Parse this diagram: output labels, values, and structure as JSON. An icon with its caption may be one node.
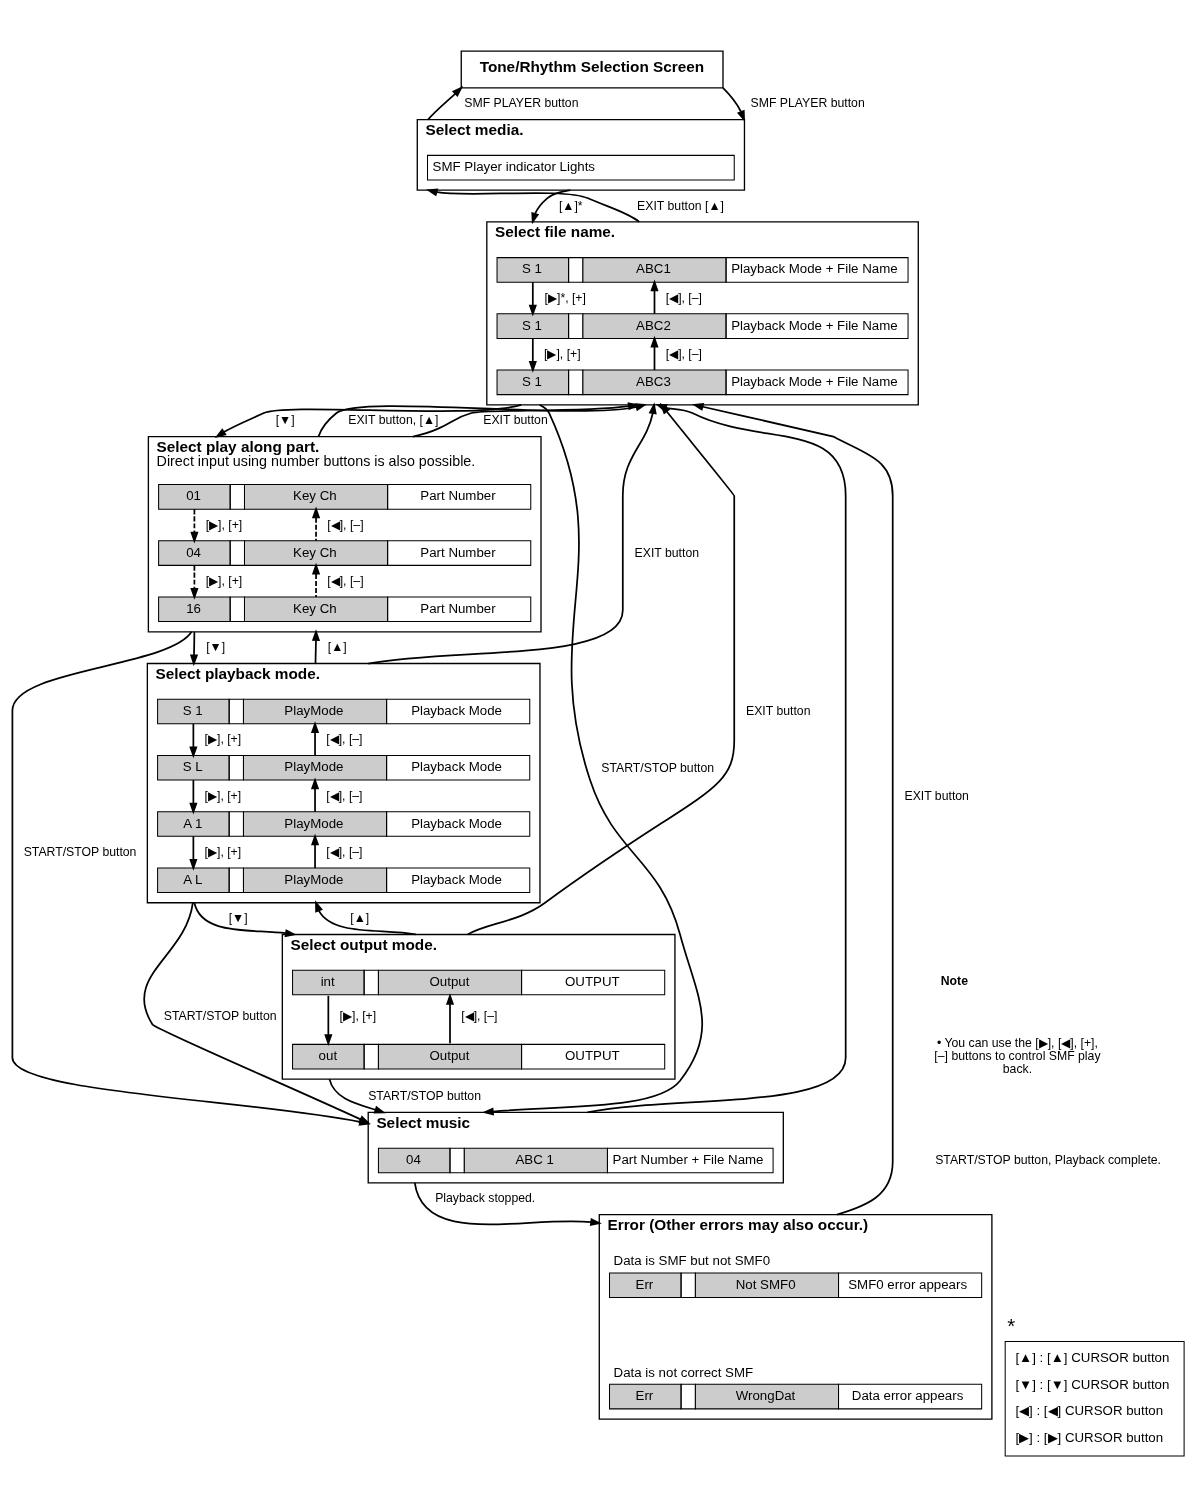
{
  "diagram": {
    "nodes": [
      {
        "text": [
          "Tone/Rhythm Selection Screen"
        ]
      },
      {
        "text": [
          "Select media."
        ]
      },
      {
        "text": [
          "SMF Player indicator Lights"
        ],
        "in": 1
      },
      {
        "text": [
          "Select file name."
        ]
      },
      {
        "text": [
          "S 1",
          "ABC1",
          "Playback Mode + File Name"
        ],
        "in": 3
      },
      {
        "text": [
          "S 1",
          "ABC2",
          "Playback Mode + File Name"
        ],
        "in": 3
      },
      {
        "text": [
          "S 1",
          "ABC3",
          "Playback Mode + File Name"
        ],
        "in": 3
      },
      {
        "text": [
          "Select play along part.",
          "Direct input using number buttons is also possible."
        ]
      },
      {
        "text": [
          "01",
          "Key Ch",
          "Part Number"
        ],
        "in": 7
      },
      {
        "text": [
          "04",
          "Key Ch",
          "Part Number"
        ],
        "in": 7
      },
      {
        "text": [
          "16",
          "Key Ch",
          "Part Number"
        ],
        "in": 7
      },
      {
        "text": [
          "Select playback mode."
        ]
      },
      {
        "text": [
          "S 1",
          "PlayMode",
          "Playback Mode"
        ],
        "in": 11
      },
      {
        "text": [
          "S L",
          "PlayMode",
          "Playback Mode"
        ],
        "in": 11
      },
      {
        "text": [
          "A 1",
          "PlayMode",
          "Playback Mode"
        ],
        "in": 11
      },
      {
        "text": [
          "A L",
          "PlayMode",
          "Playback Mode"
        ],
        "in": 11
      },
      {
        "text": [
          "Select output mode."
        ]
      },
      {
        "text": [
          "int",
          "Output",
          "OUTPUT"
        ],
        "in": 16
      },
      {
        "text": [
          "out",
          "Output",
          "OUTPUT"
        ],
        "in": 16
      },
      {
        "text": [
          "Select music"
        ]
      },
      {
        "text": [
          "04",
          "ABC 1",
          "Part Number + File Name"
        ],
        "in": 19
      },
      {
        "text": [
          "*",
          "[▲] : [▲] CURSOR button",
          "[▼] : [▼] CURSOR button",
          "[◀] : [◀] CURSOR button",
          "[▶] : [▶] CURSOR button"
        ]
      },
      {
        "text": [
          "Error (Other errors may also occur.)"
        ]
      },
      {
        "text": [
          "Err",
          "Not SMF0",
          "SMF0 error appears"
        ],
        "in": 22,
        "beside": [
          "Data is SMF but not SMF0"
        ]
      },
      {
        "text": [
          "Err",
          "WrongDat",
          "Data error appears"
        ],
        "in": 22,
        "beside": [
          "Data is not correct SMF"
        ]
      }
    ],
    "edges": [
      {
        "from": 1,
        "to": 0,
        "arrow": "to",
        "label": "SMF PLAYER button"
      },
      {
        "from": 0,
        "to": 1,
        "arrow": "to",
        "label": "SMF PLAYER button"
      },
      {
        "from": 3,
        "to": 1,
        "arrow": "to",
        "label": "EXIT button [▲]"
      },
      {
        "from": 1,
        "to": 3,
        "arrow": "to",
        "label": "[▲]*"
      },
      {
        "from": 4,
        "to": 5,
        "arrow": "to",
        "label": "[▶]*, [+]"
      },
      {
        "from": 5,
        "to": 4,
        "arrow": "to",
        "label": "[◀], [–]"
      },
      {
        "from": 5,
        "to": 6,
        "arrow": "to",
        "label": "[▶], [+]"
      },
      {
        "from": 6,
        "to": 5,
        "arrow": "to",
        "label": "[◀], [–]"
      },
      {
        "from": 3,
        "to": 19,
        "arrow": "to",
        "label": "START/STOP button"
      },
      {
        "from": 3,
        "to": 7,
        "arrow": "to",
        "label": "[▼]"
      },
      {
        "from": 7,
        "to": 3,
        "arrow": "to",
        "label": "EXIT button, [▲]"
      },
      {
        "from": 8,
        "to": 9,
        "arrow": "to",
        "label": "[▶], [+]",
        "style": "dashed"
      },
      {
        "from": 9,
        "to": 8,
        "arrow": "to",
        "label": "[◀], [–]",
        "style": "dashed"
      },
      {
        "from": 7,
        "to": 3,
        "arrow": "to",
        "label": "EXIT button"
      },
      {
        "from": 7,
        "to": 19,
        "arrow": "to",
        "label": "START/STOP button"
      },
      {
        "from": 9,
        "to": 10,
        "arrow": "to",
        "label": "[▶], [+]",
        "style": "dashed"
      },
      {
        "from": 10,
        "to": 9,
        "arrow": "to",
        "label": "[◀], [–]",
        "style": "dashed"
      },
      {
        "from": 7,
        "to": 11,
        "arrow": "to",
        "label": "[▼]"
      },
      {
        "from": 11,
        "to": 7,
        "arrow": "to",
        "label": "[▲]"
      },
      {
        "from": 12,
        "to": 13,
        "arrow": "to",
        "label": "[▶], [+]"
      },
      {
        "from": 13,
        "to": 12,
        "arrow": "to",
        "label": "[◀], [–]"
      },
      {
        "from": 13,
        "to": 14,
        "arrow": "to",
        "label": "[▶], [+]"
      },
      {
        "from": 14,
        "to": 13,
        "arrow": "to",
        "label": "[◀], [–]"
      },
      {
        "from": 14,
        "to": 15,
        "arrow": "to",
        "label": "[▶], [+]"
      },
      {
        "from": 15,
        "to": 14,
        "arrow": "to",
        "label": "[◀], [–]"
      },
      {
        "from": 11,
        "to": 3,
        "arrow": "to",
        "label": "EXIT button"
      },
      {
        "from": 11,
        "to": 19,
        "arrow": "to",
        "label": "START/STOP button"
      },
      {
        "from": 11,
        "to": 16,
        "arrow": "to",
        "label": "[▼]"
      },
      {
        "from": 16,
        "to": 11,
        "arrow": "to",
        "label": "[▲]"
      },
      {
        "from": 17,
        "to": 18,
        "arrow": "to",
        "label": "[▶], [+]"
      },
      {
        "from": 18,
        "to": 17,
        "arrow": "to",
        "label": "[◀], [–]"
      },
      {
        "from": 16,
        "to": 3,
        "arrow": "to",
        "label": "EXIT button"
      },
      {
        "from": 16,
        "to": 19,
        "arrow": "to",
        "label": "START/STOP button"
      },
      {
        "from": 19,
        "to": 3,
        "arrow": "to"
      },
      {
        "from": 19,
        "to": 22,
        "arrow": "to",
        "label": "Playback stopped."
      },
      {
        "from": 22,
        "to": 3,
        "arrow": "to",
        "label": "EXIT button"
      }
    ],
    "labels": [
      "Note",
      "• You can use the [▶], [◀], [+], [–] buttons to control SMF play back.",
      "START/STOP button, Playback complete."
    ]
  }
}
